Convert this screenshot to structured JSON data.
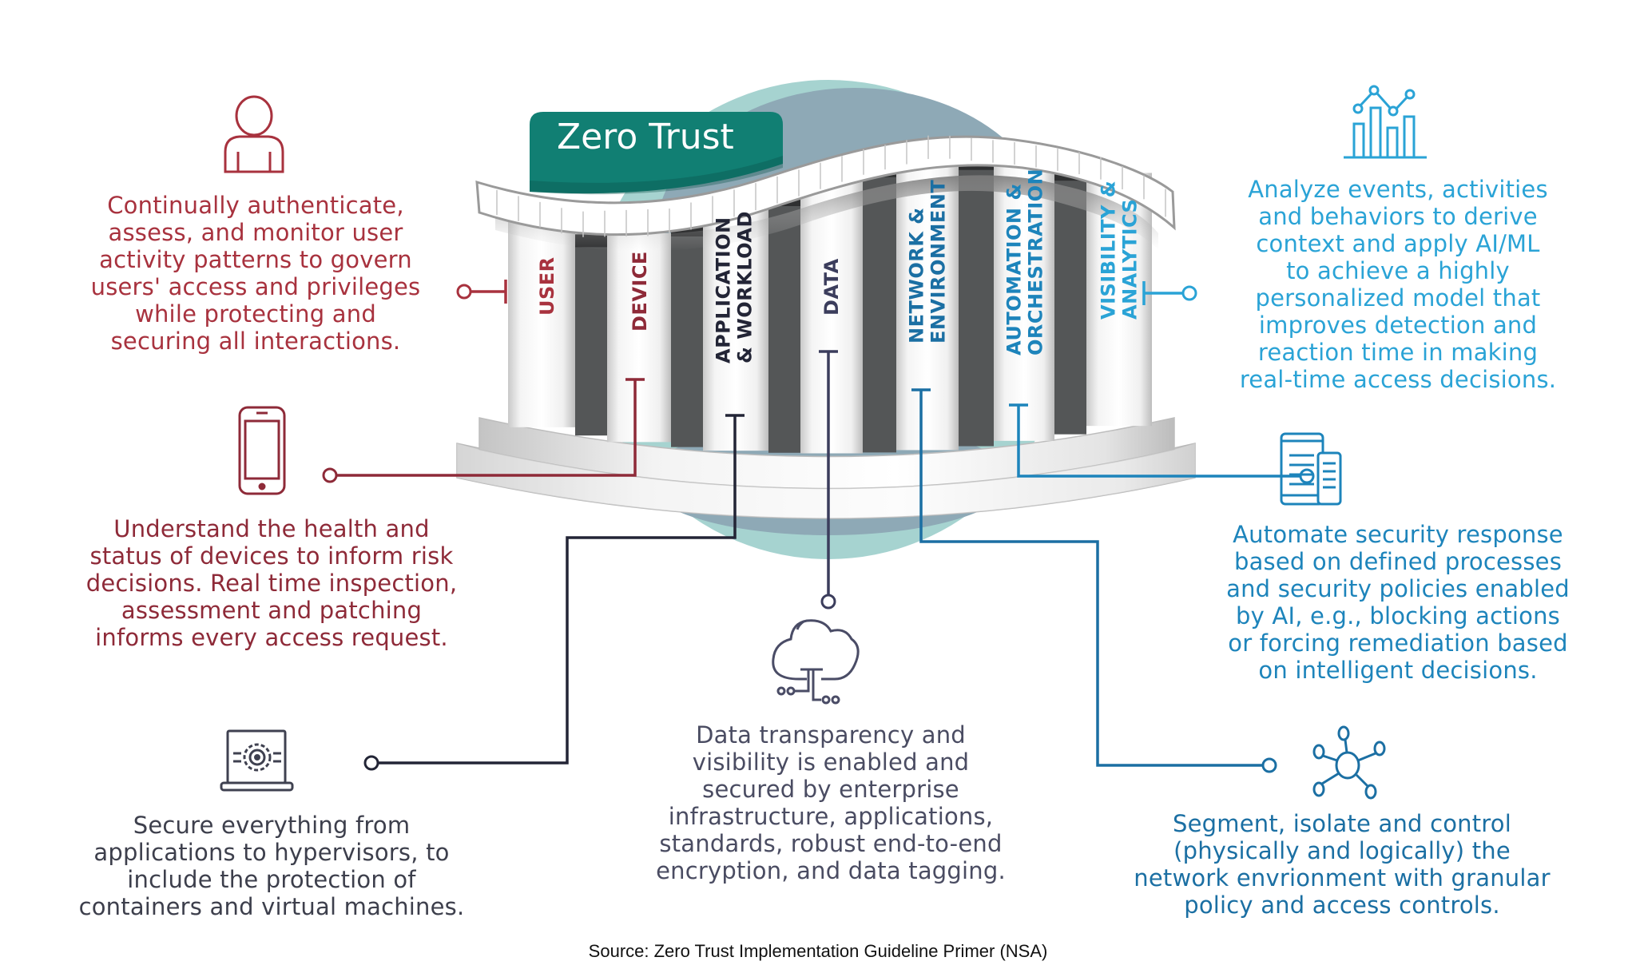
{
  "title": "Zero Trust",
  "colors": {
    "user": "#a8323e",
    "device": "#8e2a38",
    "application": "#232536",
    "data": "#3b3d5c",
    "network": "#1b6fa3",
    "automation": "#1d84bb",
    "visibility": "#2aa3d6",
    "banner": "#117f73",
    "globe": "#a6d3d0",
    "globe_shade": "#8ea9b6",
    "pillar_gap": "#545657"
  },
  "pillars": [
    {
      "key": "user",
      "label_lines": [
        "USER"
      ]
    },
    {
      "key": "device",
      "label_lines": [
        "DEVICE"
      ]
    },
    {
      "key": "application",
      "label_lines": [
        "APPLICATION",
        "& WORKLOAD"
      ]
    },
    {
      "key": "data",
      "label_lines": [
        "DATA"
      ]
    },
    {
      "key": "network",
      "label_lines": [
        "NETWORK &",
        "ENVIRONMENT"
      ]
    },
    {
      "key": "automation",
      "label_lines": [
        "AUTOMATION &",
        "ORCHESTRATION"
      ]
    },
    {
      "key": "visibility",
      "label_lines": [
        "VISIBILITY &",
        "ANALYTICS"
      ]
    }
  ],
  "descriptions": {
    "user": {
      "icon": "user-icon",
      "lines": [
        "Continually authenticate,",
        "assess, and monitor user",
        "activity patterns to govern",
        "users' access and privileges",
        "while protecting and",
        "securing all interactions."
      ]
    },
    "device": {
      "icon": "smartphone-icon",
      "lines": [
        "Understand the health and",
        "status of devices to inform risk",
        "decisions. Real time inspection,",
        "assessment and patching",
        "informs every access request."
      ]
    },
    "application": {
      "icon": "laptop-gear-icon",
      "lines": [
        "Secure everything from",
        "applications to hypervisors, to",
        "include the protection of",
        "containers and virtual machines."
      ]
    },
    "data": {
      "icon": "cloud-network-icon",
      "lines": [
        "Data transparency and",
        "visibility is enabled and",
        "secured by enterprise",
        "infrastructure, applications,",
        "standards, robust end-to-end",
        "encryption, and data tagging."
      ]
    },
    "network": {
      "icon": "network-hub-icon",
      "lines": [
        "Segment, isolate and control",
        "(physically and logically) the",
        "network envrionment with granular",
        "policy and access controls."
      ]
    },
    "automation": {
      "icon": "tablet-phone-icon",
      "lines": [
        "Automate security response",
        "based on defined processes",
        "and security policies enabled",
        "by AI, e.g., blocking actions",
        "or forcing remediation based",
        "on intelligent decisions."
      ]
    },
    "visibility": {
      "icon": "analytics-chart-icon",
      "lines": [
        "Analyze events, activities",
        "and behaviors to derive",
        "context and apply AI/ML",
        "to achieve a highly",
        "personalized model that",
        "improves detection and",
        "reaction  time in making",
        "real-time access decisions."
      ]
    }
  },
  "source": "Source: Zero Trust Implementation Guideline Primer (NSA)"
}
